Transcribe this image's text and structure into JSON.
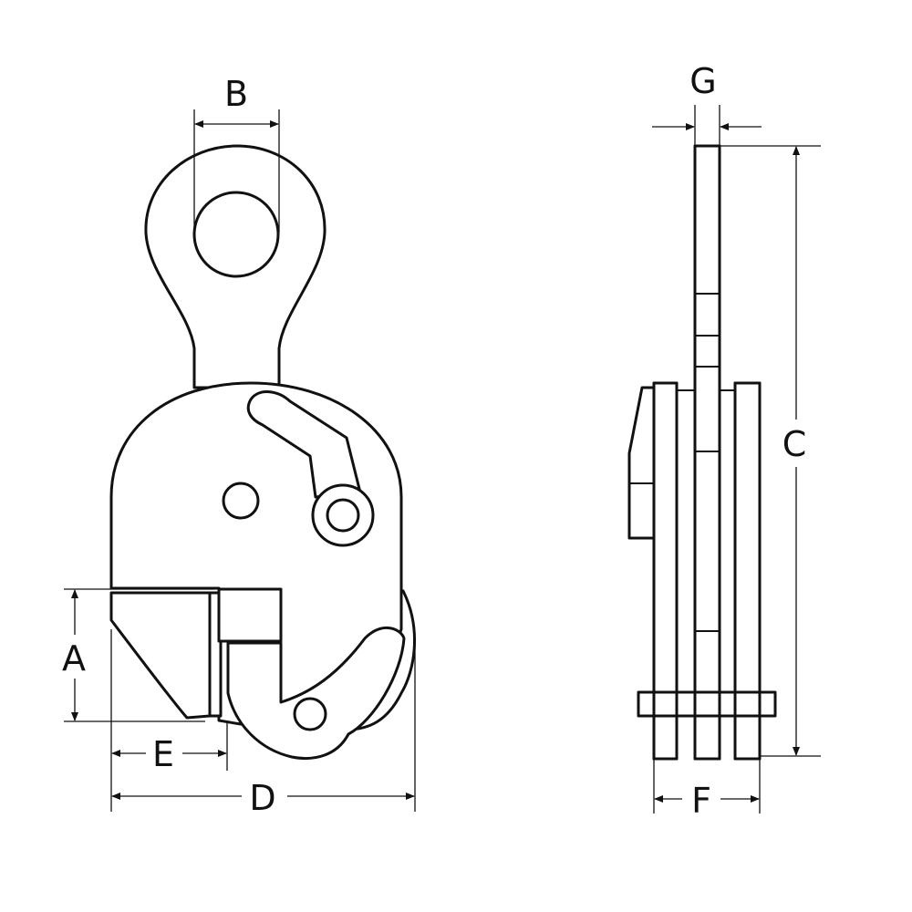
{
  "diagram": {
    "labels": {
      "a": "A",
      "b": "B",
      "c": "C",
      "d": "D",
      "e": "E",
      "f": "F",
      "g": "G"
    },
    "colors": {
      "line": "#111111",
      "background": "#ffffff"
    }
  }
}
